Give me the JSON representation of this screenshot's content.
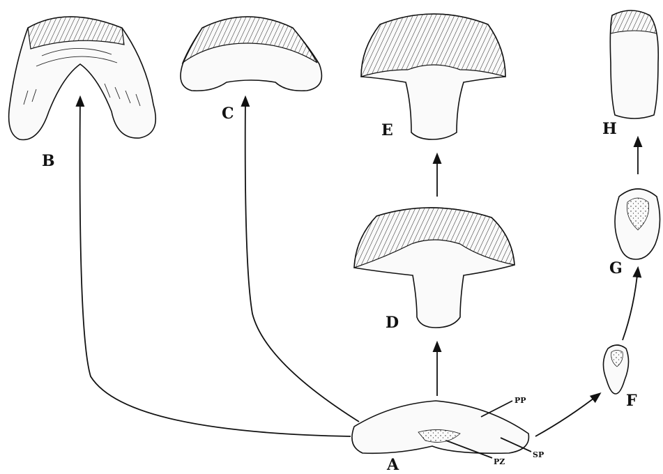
{
  "labels": {
    "a": "A",
    "b": "B",
    "c": "C",
    "d": "D",
    "e": "E",
    "f": "F",
    "g": "G",
    "h": "H"
  },
  "annotations": {
    "pp": "PP",
    "sp": "SP",
    "pz": "PZ"
  },
  "colors": {
    "ink": "#111111",
    "background": "#ffffff"
  }
}
